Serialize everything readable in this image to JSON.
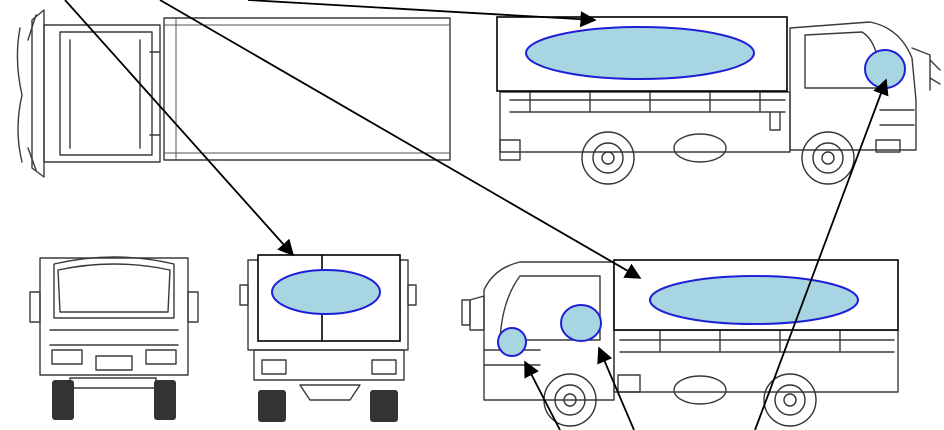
{
  "diagram": {
    "views": [
      "top-view",
      "side-view-right",
      "front-view",
      "rear-view",
      "side-view-left"
    ],
    "colors": {
      "oval_fill": "#a8d5e2",
      "oval_stroke": "#1f1fd6",
      "panel_stroke": "#000000",
      "arrow": "#000000",
      "line_art": "#3a3a3a"
    }
  }
}
